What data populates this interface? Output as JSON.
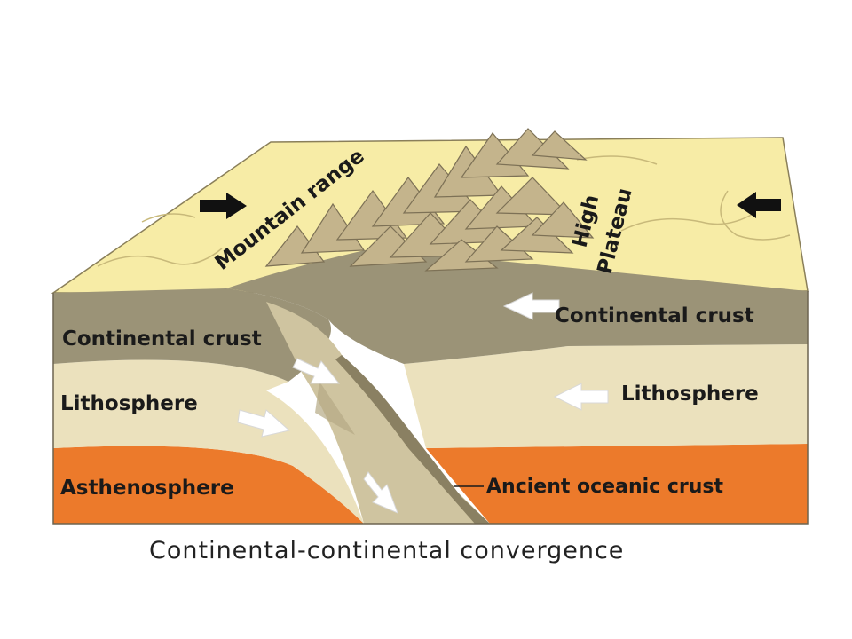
{
  "diagram": {
    "caption": "Continental-continental convergence",
    "labels": {
      "mountain_range": "Mountain range",
      "high": "High",
      "plateau": "Plateau",
      "continental_crust_left": "Continental crust",
      "continental_crust_right": "Continental crust",
      "lithosphere_left": "Lithosphere",
      "lithosphere_right": "Lithosphere",
      "asthenosphere": "Asthenosphere",
      "ancient_oceanic_crust": "Ancient oceanic crust"
    },
    "colors": {
      "surface": "#f7eca6",
      "crust": "#9b9377",
      "lithosphere": "#ebe1bd",
      "asthenosphere": "#ec7a2b",
      "mountains": "#c4b48c",
      "arrow_dark": "#111111",
      "arrow_light": "#ffffff"
    }
  }
}
